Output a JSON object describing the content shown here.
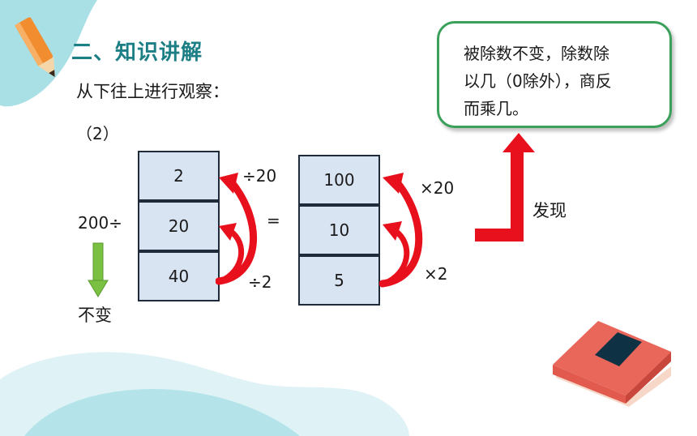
{
  "heading": "二、知识讲解",
  "subtitle": "从下往上进行观察：",
  "part_label": "（2）",
  "left_column": {
    "prefix": "200÷",
    "cells": [
      "2",
      "20",
      "40"
    ],
    "op_top": "÷20",
    "op_mid": "=",
    "op_bottom": "÷2",
    "unchanged_label": "不变"
  },
  "right_column": {
    "cells": [
      "100",
      "10",
      "5"
    ],
    "op_top": "×20",
    "op_bottom": "×2"
  },
  "discover_label": "发现",
  "conclusion": [
    "被除数不变，除数除",
    "以几（0除外），商反",
    "而乘几。"
  ],
  "colors": {
    "title": "#1d7f86",
    "arrow_red": "#e8101c",
    "cell_fill": "#d9e4f3",
    "bubble_border": "#3aa05a",
    "down_arrow_green": "#7ac043",
    "decor_teal": "#a9e0e6"
  },
  "icons": [
    "pencil-icon",
    "book-icon"
  ]
}
